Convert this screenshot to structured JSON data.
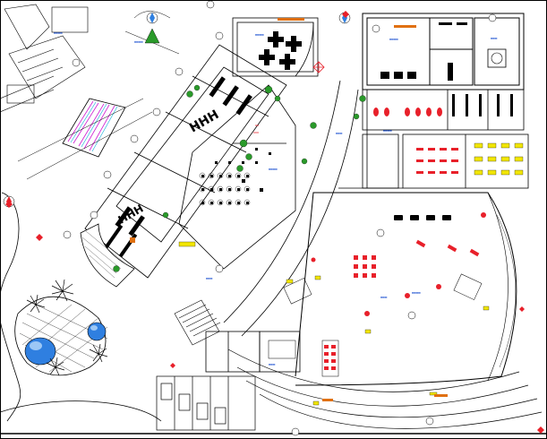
{
  "drawing": {
    "colors": {
      "line": "#000000",
      "furniture_red": "#e8202a",
      "furniture_yellow": "#f2e600",
      "plant_green": "#2a9a2a",
      "label_blue": "#1a4fd0",
      "water_blue": "#2f7fe0",
      "accent_magenta": "#d01ad0",
      "accent_cyan": "#10b0d8",
      "accent_orange": "#e07010"
    },
    "room_labels": [
      {
        "id": "tl",
        "text": "▬▬▬▬"
      },
      {
        "id": "tc",
        "text": "▬▬▬▬"
      },
      {
        "id": "nw",
        "text": "▬▬▬▬"
      },
      {
        "id": "n1",
        "text": "▬▬▬"
      },
      {
        "id": "n2",
        "text": "▬▬▬▬"
      },
      {
        "id": "mid",
        "text": "▬▬▬"
      },
      {
        "id": "r1",
        "text": "▬▬▬▬"
      },
      {
        "id": "r2",
        "text": "▬▬▬"
      },
      {
        "id": "sw",
        "text": "▬▬▬"
      },
      {
        "id": "s1",
        "text": "▬▬▬▬"
      },
      {
        "id": "s2",
        "text": "▬▬▬"
      },
      {
        "id": "e1",
        "text": "▬▬▬▬"
      }
    ]
  }
}
